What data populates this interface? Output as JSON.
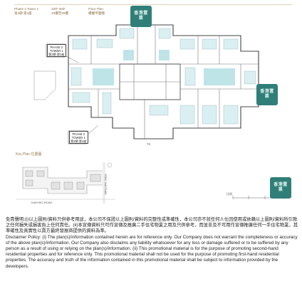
{
  "header": {
    "col1_line1": "Phase 2 Tower 1",
    "col1_line2": "第2期 第1座",
    "col2_line1": "33/F-35/F",
    "col2_line2": "33樓至35樓",
    "col3_line1": "Floor Plan",
    "col3_line2": "樓層平面圖"
  },
  "plan": {
    "label_top": "PHASE 2\nTOWER 1\n第2期 第1座",
    "label_bottom": "PHASE 2\nTOWER 1\n第2期 第1座"
  },
  "key_plan": {
    "title": "Key Plan 位置圖",
    "road_label": "KAM WO ROAD",
    "side_road_label": "TONG YAN ROAD"
  },
  "page_number": "76",
  "scale": {
    "left": "比例",
    "right": "米"
  },
  "logos": [
    {
      "text": "香港置業",
      "color": "#2f7f78"
    }
  ],
  "disclaimer": {
    "chinese": "免責聲明:(i)以上圖則/資料只供參考用途，本公司不保證以上圖則/資料的完整性或準確性，本公司亦不就任何人仕因使用或依賴以上圖則/資料所引致之任何損失或損害負上任何責任。(ii)本宣傳資料只可作宣傳及推廣二手住宅物業之用及只供參考，而並非及不可用作宣傳推廣任何一手住宅物業，其準確性及真實性以賣方最終發展商提供的資料為準。",
    "english": "Disclaimer Policy: (i) The plan(s)/information contained herein are for reference only. Our Company does not warrant the completeness or accuracy of the above plan(s)/information. Our Company also disclaims any liability whatsoever for any loss or damage suffered or to be suffered by any person as a result of using or relying on the plan(s)/information. (ii) This promotional material is for the purpose of promoting second-hand residential properties and for reference only. This promotional material shall not be used for the purpose of promoting first-hand residential properties. The accuracy and truth of the information contained in this promotional material shall be subject to information provided by the developers."
  }
}
